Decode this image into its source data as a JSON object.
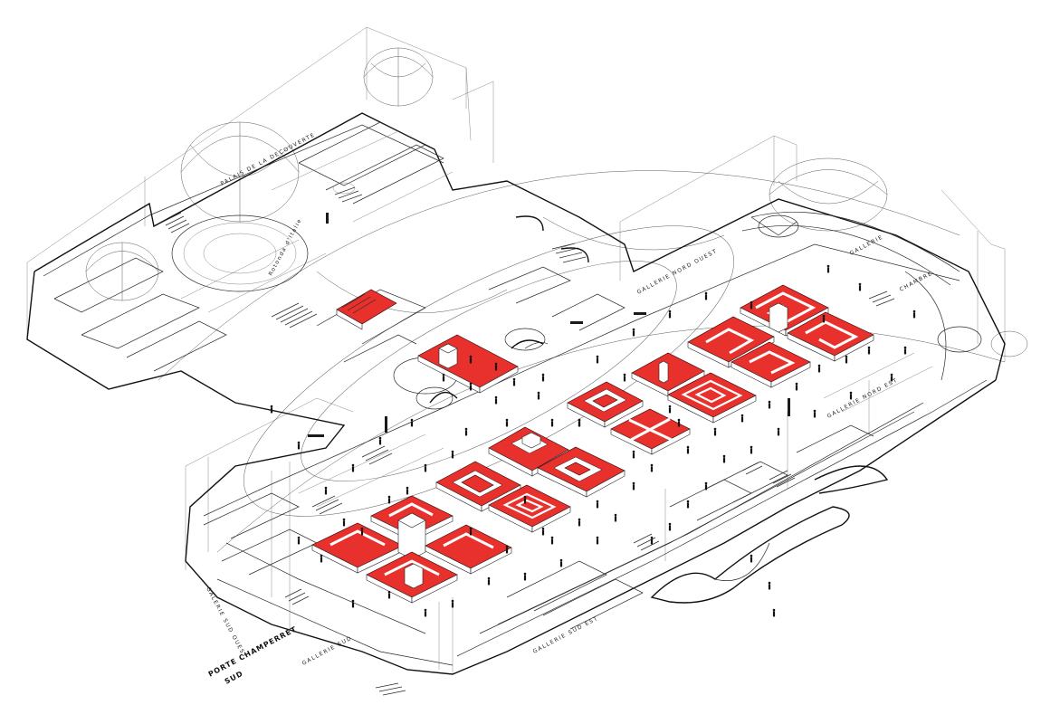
{
  "colors": {
    "accent_red": "#e8312c",
    "line": "#2a2a2a",
    "background": "#ffffff"
  },
  "labels": {
    "porte_champerret": "PORTE CHAMPERRET",
    "porte_champerret_sub": "SUD",
    "galerie_sud_est": "GALLERIE SUD EST",
    "galerie_nord_ouest": "GALLERIE NORD OUEST",
    "galerie_nord_est": "GALLERIE NORD EST",
    "chambre": "CHAMBRE",
    "galerie_top": "GALLERIE",
    "rotonde": "Rotonda d'Italie",
    "palais": "PALAIS DE LA DECOUVERTE",
    "galerie_sud": "GALLERIE SUD",
    "galerie_sud_ouest": "GALERIE SUD OUEST"
  }
}
